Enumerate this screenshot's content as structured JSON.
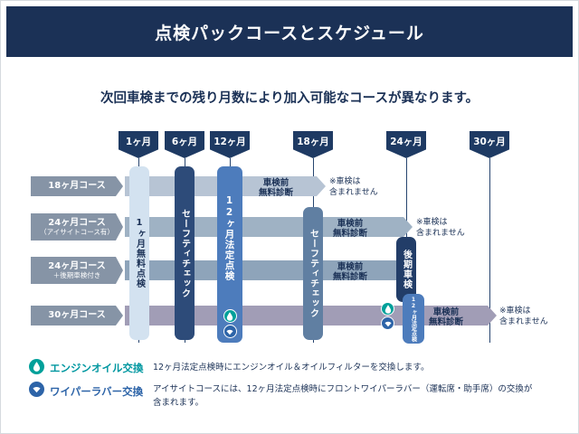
{
  "page": {
    "title": "点検パックコースとスケジュール",
    "subtitle": "次回車検までの残り月数により加入可能なコースが異なります。"
  },
  "timeline": {
    "months": [
      {
        "label": "1ヶ月"
      },
      {
        "label": "6ヶ月"
      },
      {
        "label": "12ヶ月"
      },
      {
        "label": "18ヶ月"
      },
      {
        "label": "24ヶ月"
      },
      {
        "label": "30ヶ月"
      }
    ]
  },
  "courses": [
    {
      "name": "18ヶ月コース",
      "sub": ""
    },
    {
      "name": "24ヶ月コース",
      "sub": "（アイサイトコース有）"
    },
    {
      "name": "24ヶ月コース",
      "sub": "＋後期車検付き"
    },
    {
      "name": "30ヶ月コース",
      "sub": ""
    }
  ],
  "milestones": {
    "first_month_free": "1ヶ月無料点検",
    "safety_check": "セーフティチェック",
    "legal_12m": "12ヶ月法定点検",
    "late_shaken": "後期車検",
    "pre_shaken_free": "車検前\n無料診断",
    "shaken_note": "※車検は\n含まれません"
  },
  "legend": {
    "items": [
      {
        "icon": "oil-drop-icon",
        "color": "#0097a0",
        "label": "エンジンオイル交換",
        "desc": "12ヶ月法定点検時にエンジンオイル＆オイルフィルターを交換します。"
      },
      {
        "icon": "wiper-icon",
        "color": "#2d64a8",
        "label": "ワイパーラバー交換",
        "desc": "アイサイトコースには、12ヶ月法定点検時にフロントワイパーラバー（運転席・助手席）の交換が\n含まれます。"
      }
    ]
  },
  "colors": {
    "header_navy": "#1b3156",
    "badge_navy": "#1e3a63",
    "first_month_light_blue": "#d3e2f0",
    "safety_navy": "#2d4b79",
    "legal_blue": "#4d7cbc",
    "safety_slate": "#607fa2",
    "late_navy": "#223d68",
    "oil_teal": "#00a09a",
    "wiper_blue": "#2d64a8"
  }
}
